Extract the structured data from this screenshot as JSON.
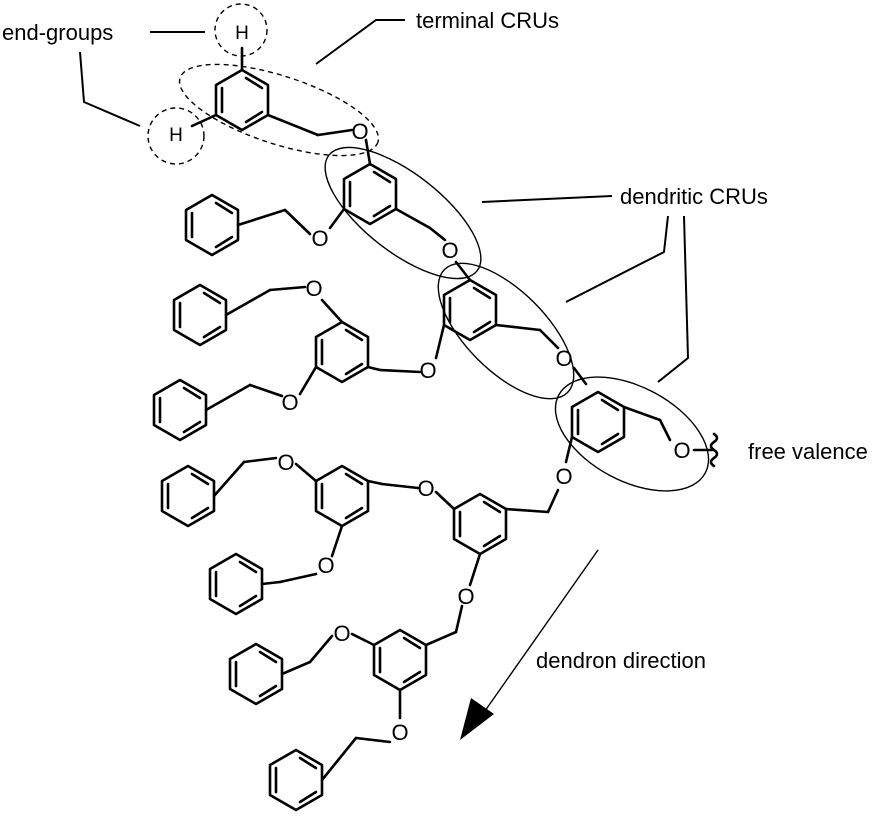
{
  "labels": {
    "end_groups": "end-groups",
    "terminal_crus": "terminal CRUs",
    "dendritic_crus": "dendritic CRUs",
    "free_valence": "free valence",
    "dendron_direction": "dendron direction"
  },
  "atoms": {
    "oxygen": "O",
    "hydrogen": "H"
  }
}
